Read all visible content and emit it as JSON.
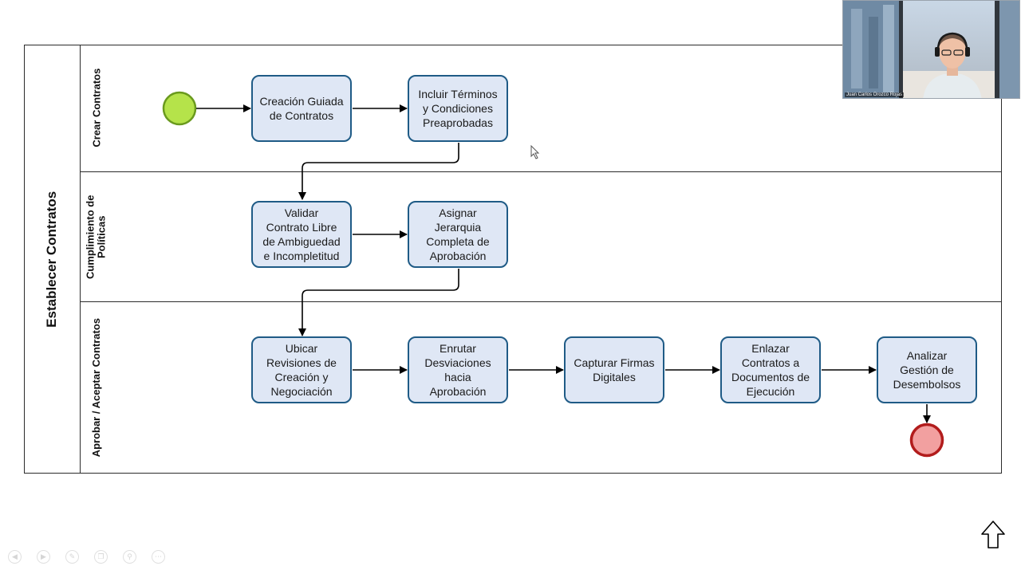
{
  "pool": {
    "title": "Establecer Contratos"
  },
  "lanes": [
    {
      "label_lines": [
        "Crear Contratos"
      ]
    },
    {
      "label_lines": [
        "Cumplimiento de",
        "Políticas"
      ]
    },
    {
      "label_lines": [
        "Aprobar / Aceptar Contratos"
      ]
    }
  ],
  "tasks": {
    "creacion_guiada": "Creación Guiada\nde Contratos",
    "incluir_terminos": "Incluir Términos\ny Condiciones\nPreaprobadas",
    "validar_contrato": "Validar\nContrato Libre\nde Ambiguedad\ne Incompletitud",
    "asignar_jerarquia": "Asignar\nJerarquia\nCompleta de\nAprobación",
    "ubicar_revisiones": "Ubicar\nRevisiones de\nCreación y\nNegociación",
    "enrutar_desviaciones": "Enrutar\nDesviaciones\nhacia\nAprobación",
    "capturar_firmas": "Capturar Firmas\nDigitales",
    "enlazar_contratos": "Enlazar\nContratos a\nDocumentos de\nEjecución",
    "analizar_gestion": "Analizar\nGestión de\nDesembolsos"
  },
  "events": {
    "start_color": "#b5e34a",
    "start_stroke": "#6a9a1e",
    "end_color": "#f2a0a0",
    "end_stroke": "#b21c1c"
  },
  "colors": {
    "task_fill": "#dfe7f5",
    "task_border": "#1f5b86",
    "line": "#000000"
  },
  "webcam": {
    "name": "Juan Carlos Orozco Rojas"
  },
  "icons": {
    "cursor": "mouse-pointer-icon",
    "scroll_up": "arrow-up-icon",
    "toolbar": [
      "previous-icon",
      "next-icon",
      "pen-icon",
      "copy-icon",
      "zoom-icon",
      "more-icon"
    ]
  }
}
